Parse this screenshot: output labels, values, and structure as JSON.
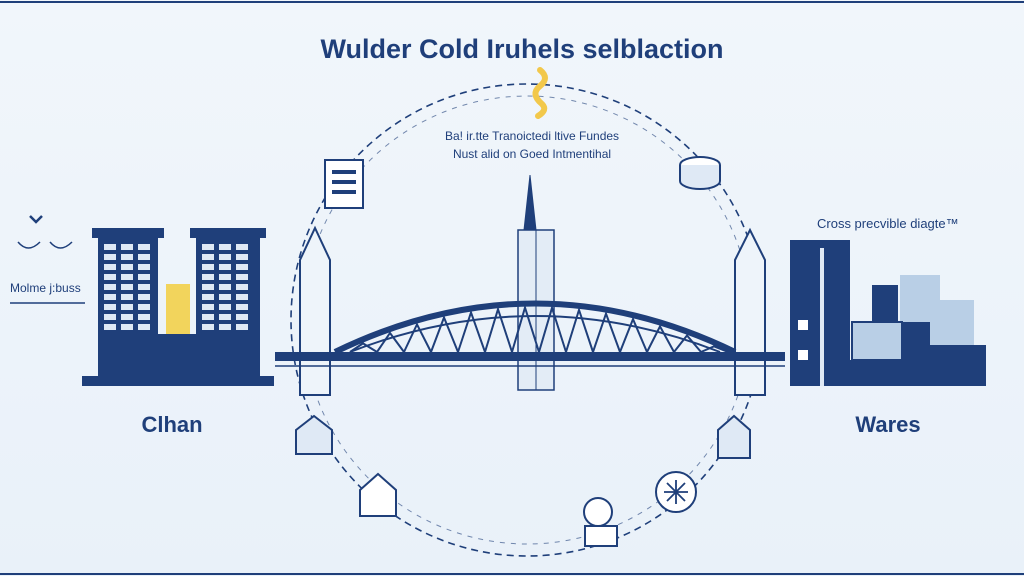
{
  "title": "Wulder Cold Iruhels selblaction",
  "caption": {
    "line1": "Ba! ir.tte Tranoictedi ltive Fundes",
    "line2": "Nust alid on Goed Intmentihal"
  },
  "left": {
    "label": "Clhan",
    "note": "Molme j:buss"
  },
  "right": {
    "label": "Wares",
    "note": "Cross precvible diagte™"
  },
  "colors": {
    "primary": "#1f3f7a",
    "accent": "#f2d45c",
    "light": "#b9cfe6",
    "background": "#eef4fa"
  }
}
